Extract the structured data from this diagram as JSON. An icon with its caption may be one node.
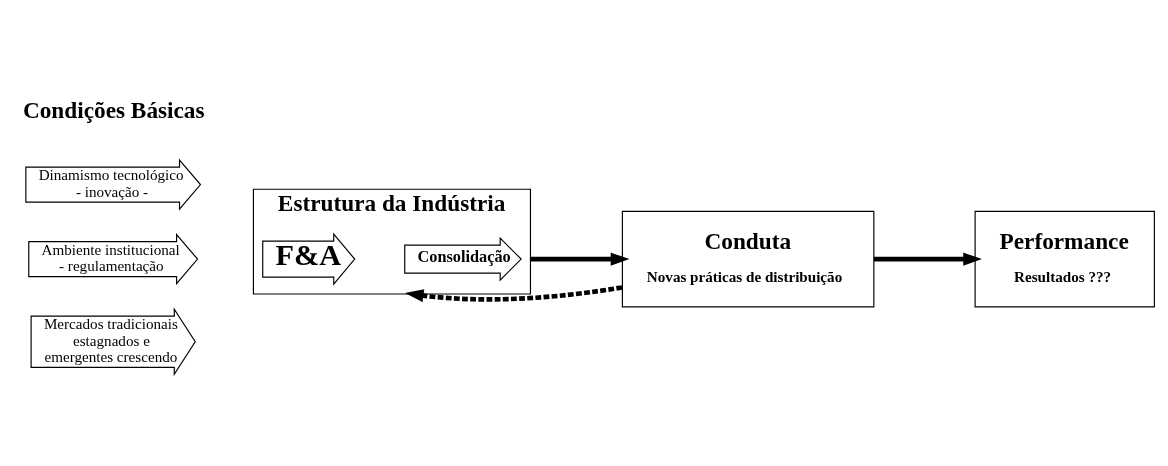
{
  "diagram": {
    "nodes": [
      {
        "text": [
          "Dinamismo tecnológico - inovação -"
        ]
      },
      {
        "text": [
          "Ambiente institucional - regulamentação"
        ]
      },
      {
        "text": [
          "Mercados tradicionais estagnados e emergentes crescendo"
        ]
      },
      {
        "text": [
          "Estrutura da Indústria"
        ]
      },
      {
        "text": [
          "F&A"
        ],
        "in": 3
      },
      {
        "text": [
          "Consolidação"
        ],
        "in": 3
      },
      {
        "text": [
          "Conduta",
          "Novas práticas de distribuição"
        ]
      },
      {
        "text": [
          "Performance",
          "Resultados ???"
        ]
      }
    ],
    "edges": [
      {
        "from": 3,
        "to": 6,
        "arrow": "to"
      },
      {
        "from": 6,
        "to": 7,
        "arrow": "to"
      },
      {
        "from": 6,
        "to": 3,
        "arrow": "to",
        "style": "dashed"
      }
    ],
    "labels": [
      "Condições Básicas"
    ]
  }
}
